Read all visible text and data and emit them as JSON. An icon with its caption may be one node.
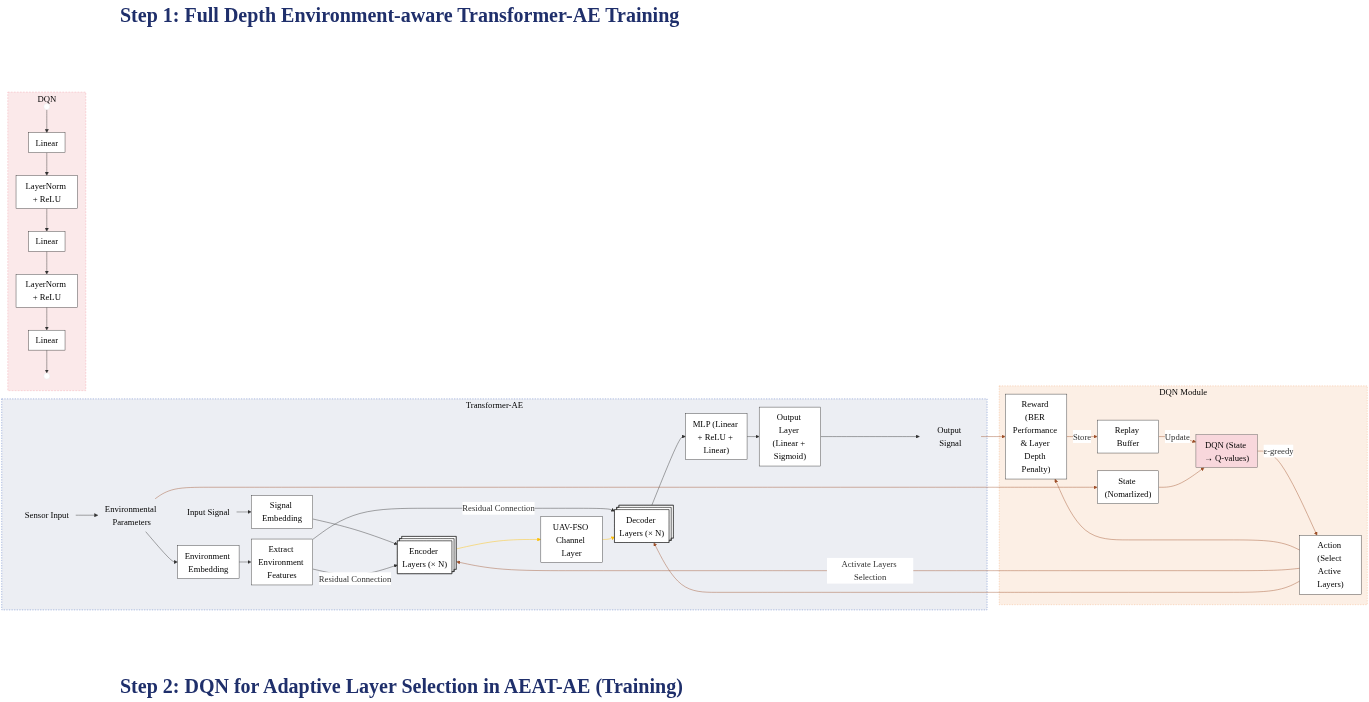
{
  "diagram": {
    "title": "Step 1: Full Depth Environment-aware Transformer-AE Training",
    "caption": "Step 2: DQN for Adaptive Layer Selection in AEAT-AE (Training)",
    "nodes": [
      {
        "text": [
          "Transformer-AE"
        ]
      },
      {
        "text": [
          "Input Signal"
        ],
        "in": 0
      },
      {
        "text": [
          "Signal Embedding"
        ],
        "in": 0
      },
      {
        "text": [
          "Encoder Layers (× N)"
        ],
        "in": 0
      },
      {
        "text": [
          "Sensor Input"
        ],
        "in": 0
      },
      {
        "text": [
          "Environmental Parameters"
        ],
        "in": 0
      },
      {
        "text": [
          "Environment Embedding"
        ],
        "in": 0
      },
      {
        "text": [
          "Extract Environment Features"
        ],
        "in": 0
      },
      {
        "text": [
          "UAV-FSO Channel Layer"
        ],
        "in": 0
      },
      {
        "text": [
          "Output Signal"
        ],
        "in": 0
      },
      {
        "text": [
          "Output Layer (Linear + Sigmoid)"
        ],
        "in": 0
      },
      {
        "text": [
          "MLP (Linear + ReLU + Linear)"
        ],
        "in": 0
      },
      {
        "text": [
          "Decoder Layers (× N)"
        ],
        "in": 0
      },
      {
        "text": [
          "DQN Module"
        ]
      },
      {
        "text": [
          "Reward (BER Performance & Layer Depth Penalty)"
        ],
        "in": 13
      },
      {
        "text": [
          "Replay Buffer"
        ],
        "in": 13
      },
      {
        "text": [
          "State (Nomarlized)"
        ],
        "in": 13
      },
      {
        "text": [
          "DQN (State → Q-values)"
        ],
        "in": 13
      },
      {
        "text": [
          "Action (Select Active Layers)"
        ],
        "in": 13
      },
      {
        "text": [
          "DQN"
        ]
      },
      {
        "text": [
          "Linear"
        ],
        "in": 19
      },
      {
        "text": [
          "LayerNorm + ReLU"
        ],
        "in": 19
      },
      {
        "text": [
          "Linear"
        ],
        "in": 19
      },
      {
        "text": [
          "LayerNorm + ReLU"
        ],
        "in": 19
      },
      {
        "text": [
          "Linear"
        ],
        "in": 19
      }
    ],
    "edges": [
      {
        "from": 1,
        "to": 2,
        "arrow": "to"
      },
      {
        "from": 2,
        "to": 3,
        "arrow": "to"
      },
      {
        "from": 4,
        "to": 5,
        "arrow": "to"
      },
      {
        "from": 5,
        "to": 6,
        "arrow": "to"
      },
      {
        "from": 6,
        "to": 7,
        "arrow": "to"
      },
      {
        "from": 7,
        "to": 3,
        "arrow": "to",
        "label": "Residual Connection"
      },
      {
        "from": 7,
        "to": 12,
        "arrow": "to",
        "label": "Residual Connection"
      },
      {
        "from": 3,
        "to": 8,
        "arrow": "to",
        "color": "#ffc000"
      },
      {
        "from": 8,
        "to": 12,
        "arrow": "to",
        "color": "#ffc000"
      },
      {
        "from": 12,
        "to": 11,
        "arrow": "to"
      },
      {
        "from": 11,
        "to": 10,
        "arrow": "to"
      },
      {
        "from": 10,
        "to": 9,
        "arrow": "to"
      },
      {
        "from": 5,
        "to": 16,
        "arrow": "to",
        "color": "#a0522d"
      },
      {
        "from": 9,
        "to": 14,
        "arrow": "to",
        "color": "#a0522d"
      },
      {
        "from": 14,
        "to": 15,
        "arrow": "to",
        "label": "Store",
        "color": "#a0522d"
      },
      {
        "from": 15,
        "to": 17,
        "arrow": "to",
        "label": "Update",
        "color": "#a0522d"
      },
      {
        "from": 16,
        "to": 17,
        "arrow": "to",
        "color": "#a0522d"
      },
      {
        "from": 17,
        "to": 18,
        "arrow": "to",
        "label": "ε-greedy",
        "color": "#a0522d"
      },
      {
        "from": 18,
        "to": 14,
        "arrow": "to",
        "color": "#a0522d"
      },
      {
        "from": 18,
        "to": 3,
        "arrow": "to",
        "label": "Activate Layers Selection",
        "color": "#a0522d"
      },
      {
        "from": 18,
        "to": 12,
        "arrow": "to",
        "color": "#a0522d"
      },
      {
        "from": null,
        "to": 20,
        "arrow": "to"
      },
      {
        "from": 20,
        "to": 21,
        "arrow": "to"
      },
      {
        "from": 21,
        "to": 22,
        "arrow": "to"
      },
      {
        "from": 22,
        "to": 23,
        "arrow": "to"
      },
      {
        "from": 23,
        "to": 24,
        "arrow": "to"
      },
      {
        "from": 24,
        "to": null,
        "arrow": "to"
      }
    ]
  }
}
